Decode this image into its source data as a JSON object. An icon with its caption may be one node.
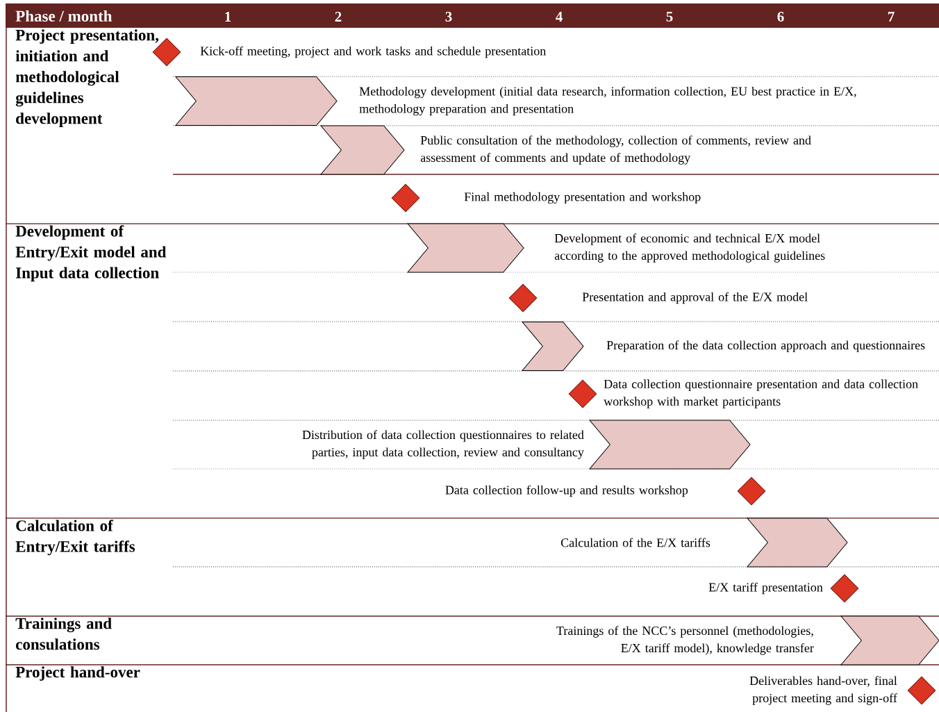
{
  "diagram": {
    "nodes": [
      {
        "text": [
          "Project presentation, initiation and methodological guidelines development"
        ]
      },
      {
        "text": [],
        "shape": "diamond",
        "beside": [
          "Kick-off meeting, project and work tasks and schedule presentation"
        ]
      },
      {
        "text": [],
        "shape": "chevron"
      },
      {
        "text": [],
        "shape": "chevron",
        "beside": [
          "Public consultation of the methodology, collection of comments, review and assessment of comments and update of methodology"
        ]
      },
      {
        "text": [],
        "shape": "diamond"
      },
      {
        "text": [
          "Development of Entry/Exit model and Input data collection"
        ]
      },
      {
        "text": [],
        "shape": "chevron",
        "beside": [
          "Development of economic and technical E/X model according to the approved methodological guidelines"
        ]
      },
      {
        "text": [],
        "shape": "diamond"
      },
      {
        "text": [],
        "shape": "chevron",
        "beside": [
          "Preparation of the data collection approach and questionnaires"
        ]
      },
      {
        "text": [],
        "shape": "diamond",
        "beside": [
          "Data collection questionnaire presentation and data collection workshop with market participants"
        ]
      },
      {
        "text": [],
        "shape": "chevron",
        "beside": [
          "Distribution of data collection questionnaires to related parties, input data collection, review and consultancy"
        ]
      },
      {
        "text": [],
        "shape": "diamond"
      },
      {
        "text": [
          "Calculation of Entry/Exit tariffs"
        ]
      },
      {
        "text": [],
        "shape": "chevron",
        "beside": [
          "Calculation of the E/X tariffs"
        ]
      },
      {
        "text": [],
        "shape": "diamond",
        "beside": [
          "E/X tariff presentation"
        ]
      },
      {
        "text": [
          "Trainings and consulations"
        ]
      },
      {
        "text": [],
        "shape": "chevron",
        "beside": [
          "Trainings of the NCC’s personnel (methodologies, E/X tariff model), knowledge transfer"
        ]
      },
      {
        "text": [
          "Project hand-over"
        ]
      },
      {
        "text": [],
        "shape": "diamond",
        "beside": [
          "Deliverables hand-over, final project meeting and sign-off"
        ]
      }
    ],
    "labels": [
      "Phase / month",
      "1",
      "2",
      "3",
      "4",
      "5",
      "6",
      "7",
      "Methodology development (initial data research, information collection, EU best practice in E/X, methodology preparation and presentation",
      "Final methodology presentation and workshop",
      "Presentation and approval of the E/X model",
      "Data collection follow-up and results workshop"
    ]
  }
}
